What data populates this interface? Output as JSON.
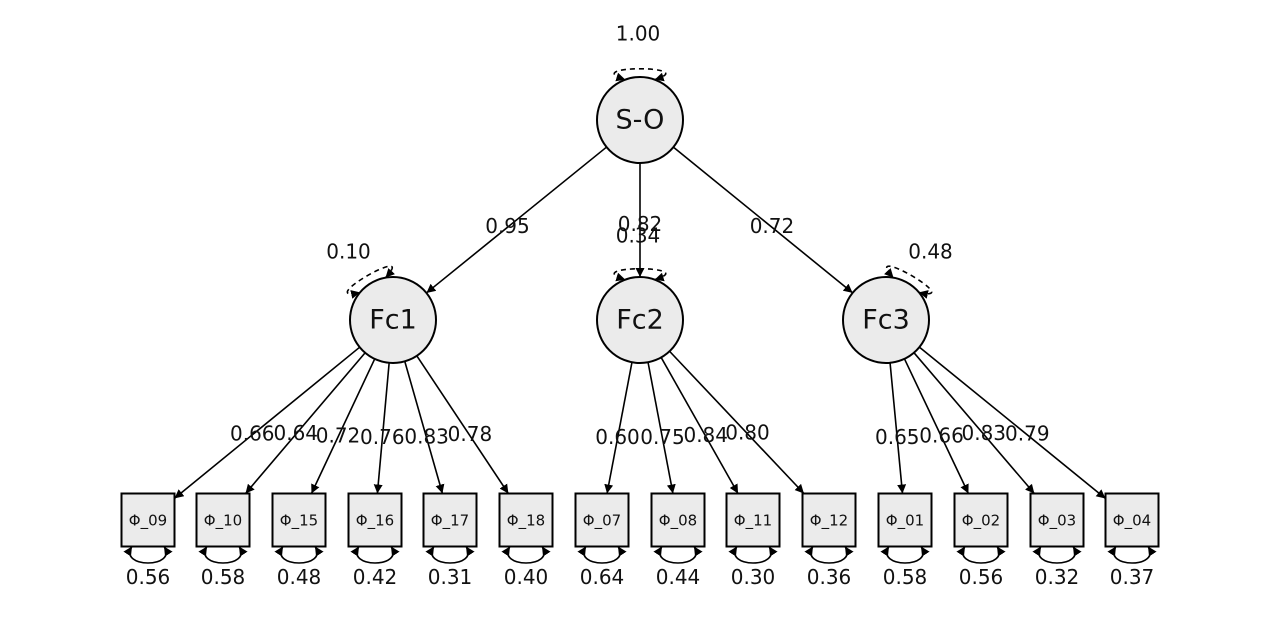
{
  "latents": {
    "higher": {
      "id": "S-O",
      "label": "S-O",
      "variance": "1.00"
    },
    "first_order": [
      {
        "id": "Fc1",
        "label": "Fc1",
        "loading": "0.95",
        "residual_variance": "0.10"
      },
      {
        "id": "Fc2",
        "label": "Fc2",
        "loading": "0.82",
        "residual_variance": "0.34"
      },
      {
        "id": "Fc3",
        "label": "Fc3",
        "loading": "0.72",
        "residual_variance": "0.48"
      }
    ]
  },
  "indicators": [
    {
      "label": "Φ_09",
      "factor": "Fc1",
      "loading": "0.66",
      "residual": "0.56"
    },
    {
      "label": "Φ_10",
      "factor": "Fc1",
      "loading": "0.64",
      "residual": "0.58"
    },
    {
      "label": "Φ_15",
      "factor": "Fc1",
      "loading": "0.72",
      "residual": "0.48"
    },
    {
      "label": "Φ_16",
      "factor": "Fc1",
      "loading": "0.76",
      "residual": "0.42"
    },
    {
      "label": "Φ_17",
      "factor": "Fc1",
      "loading": "0.83",
      "residual": "0.31"
    },
    {
      "label": "Φ_18",
      "factor": "Fc1",
      "loading": "0.78",
      "residual": "0.40"
    },
    {
      "label": "Φ_07",
      "factor": "Fc2",
      "loading": "0.60",
      "residual": "0.64"
    },
    {
      "label": "Φ_08",
      "factor": "Fc2",
      "loading": "0.75",
      "residual": "0.44"
    },
    {
      "label": "Φ_11",
      "factor": "Fc2",
      "loading": "0.84",
      "residual": "0.30"
    },
    {
      "label": "Φ_12",
      "factor": "Fc2",
      "loading": "0.80",
      "residual": "0.36"
    },
    {
      "label": "Φ_01",
      "factor": "Fc3",
      "loading": "0.65",
      "residual": "0.58"
    },
    {
      "label": "Φ_02",
      "factor": "Fc3",
      "loading": "0.66",
      "residual": "0.56"
    },
    {
      "label": "Φ_03",
      "factor": "Fc3",
      "loading": "0.83",
      "residual": "0.32"
    },
    {
      "label": "Φ_04",
      "factor": "Fc3",
      "loading": "0.79",
      "residual": "0.37"
    }
  ]
}
